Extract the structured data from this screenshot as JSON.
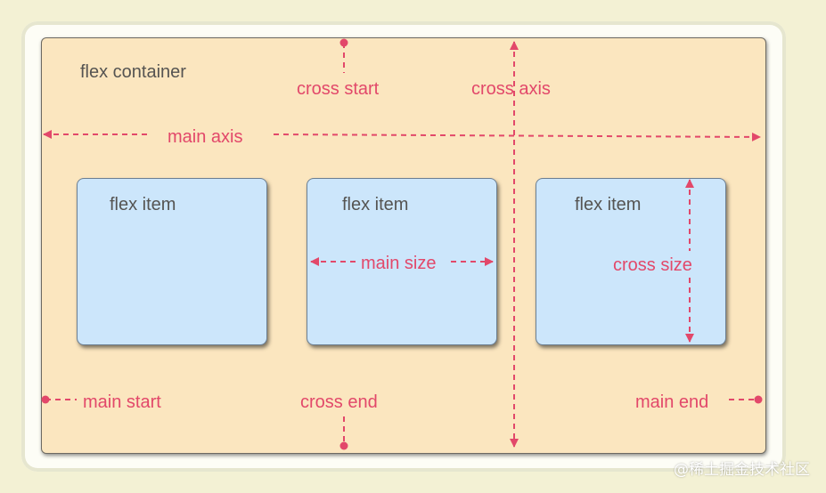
{
  "container_label": "flex container",
  "labels": {
    "cross_start": "cross start",
    "cross_axis": "cross axis",
    "main_axis": "main axis",
    "main_size": "main size",
    "cross_size": "cross size",
    "main_start": "main start",
    "cross_end": "cross end",
    "main_end": "main end"
  },
  "items": [
    {
      "label": "flex item"
    },
    {
      "label": "flex item"
    },
    {
      "label": "flex item"
    }
  ],
  "watermark": "@稀土掘金技术社区",
  "colors": {
    "background": "#f3f1d4",
    "container": "#fbe6bf",
    "item": "#cce6fb",
    "annotation": "#e2486a",
    "text": "#555452"
  }
}
